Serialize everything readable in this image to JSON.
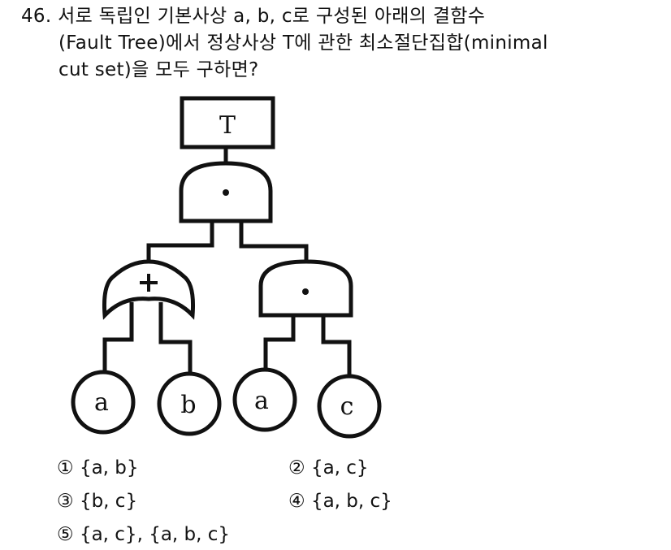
{
  "question": {
    "number": "46.",
    "lines": [
      "서로 독립인 기본사상 a, b, c로 구성된 아래의 결함수",
      "(Fault Tree)에서 정상사상 T에 관한 최소절단집합(minimal",
      "cut set)을 모두 구하면?"
    ]
  },
  "diagram": {
    "top_event": "T",
    "top_gate_symbol": "•",
    "left_gate_symbol": "+",
    "right_gate_symbol": "•",
    "basic_events": [
      "a",
      "b",
      "a",
      "c"
    ]
  },
  "choices": [
    {
      "marker": "①",
      "text": "{a, b}"
    },
    {
      "marker": "②",
      "text": "{a, c}"
    },
    {
      "marker": "③",
      "text": "{b, c}"
    },
    {
      "marker": "④",
      "text": "{a, b, c}"
    },
    {
      "marker": "⑤",
      "text": "{a, c}, {a, b, c}"
    }
  ]
}
